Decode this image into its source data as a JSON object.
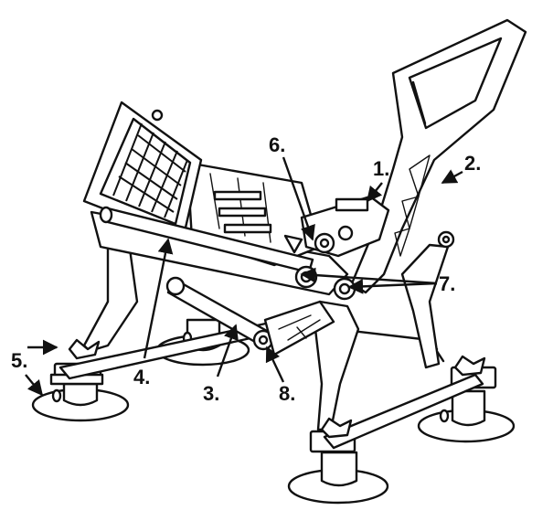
{
  "diagram": {
    "callouts": [
      {
        "id": "1",
        "label": "1."
      },
      {
        "id": "2",
        "label": "2."
      },
      {
        "id": "3",
        "label": "3."
      },
      {
        "id": "4",
        "label": "4."
      },
      {
        "id": "5",
        "label": "5."
      },
      {
        "id": "6",
        "label": "6."
      },
      {
        "id": "7",
        "label": "7."
      },
      {
        "id": "8",
        "label": "8."
      }
    ]
  }
}
